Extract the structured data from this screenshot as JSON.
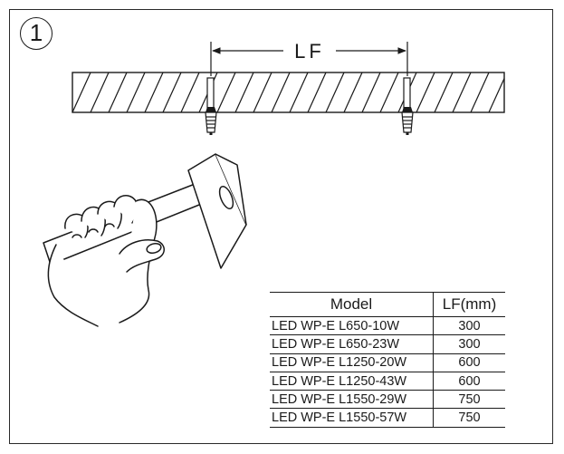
{
  "step_number": "1",
  "dimension_label": "LF",
  "table": {
    "headers": [
      "Model",
      "LF(mm)"
    ],
    "rows": [
      {
        "model": "LED WP-E L650-10W",
        "lf": "300"
      },
      {
        "model": "LED WP-E L650-23W",
        "lf": "300"
      },
      {
        "model": "LED WP-E L1250-20W",
        "lf": "600"
      },
      {
        "model": "LED WP-E L1250-43W",
        "lf": "600"
      },
      {
        "model": "LED WP-E L1550-29W",
        "lf": "750"
      },
      {
        "model": "LED WP-E L1550-57W",
        "lf": "750"
      }
    ]
  },
  "icons": [
    "ceiling-icon",
    "wall-plug-icon",
    "hammer-icon",
    "hand-icon"
  ]
}
